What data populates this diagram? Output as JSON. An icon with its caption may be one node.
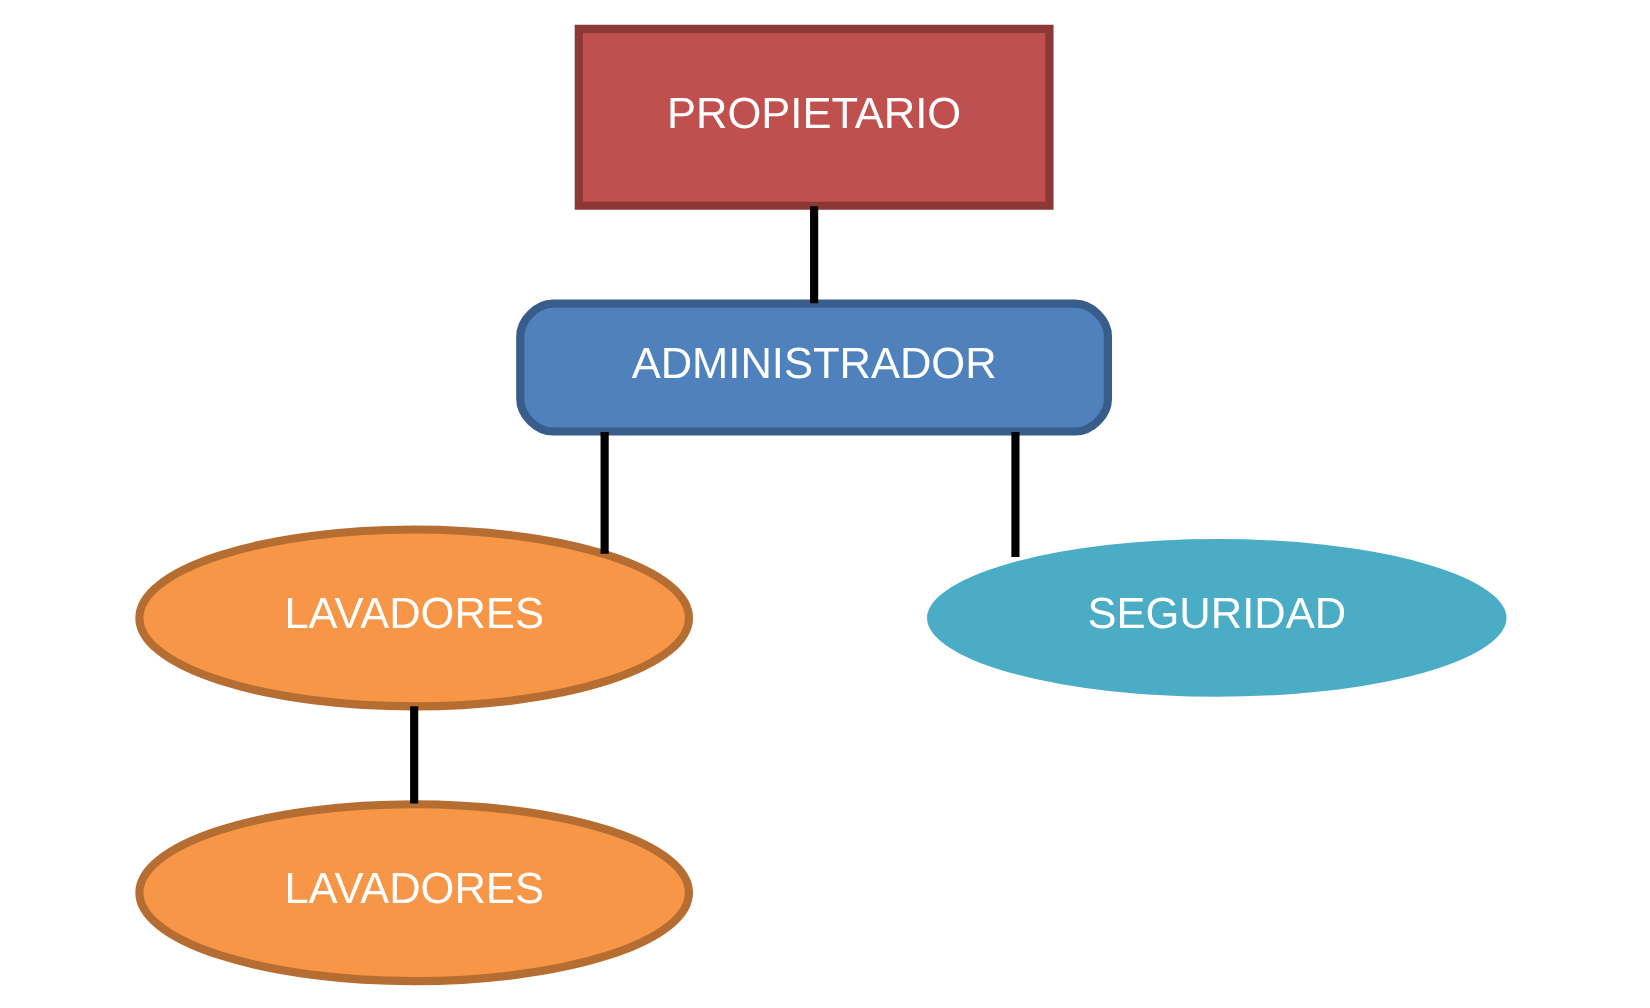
{
  "diagram": {
    "nodes": [
      {
        "text": [
          "PROPIETARIO"
        ]
      },
      {
        "text": [
          "ADMINISTRADOR"
        ]
      },
      {
        "text": [
          "LAVADORES"
        ]
      },
      {
        "text": [
          "SEGURIDAD"
        ]
      },
      {
        "text": [
          "LAVADORES"
        ]
      }
    ],
    "edges": [
      {
        "from": 0,
        "to": 1,
        "arrow": "none"
      },
      {
        "from": 1,
        "to": 2,
        "arrow": "none"
      },
      {
        "from": 1,
        "to": 3,
        "arrow": "none"
      },
      {
        "from": 2,
        "to": 4,
        "arrow": "none"
      }
    ]
  }
}
